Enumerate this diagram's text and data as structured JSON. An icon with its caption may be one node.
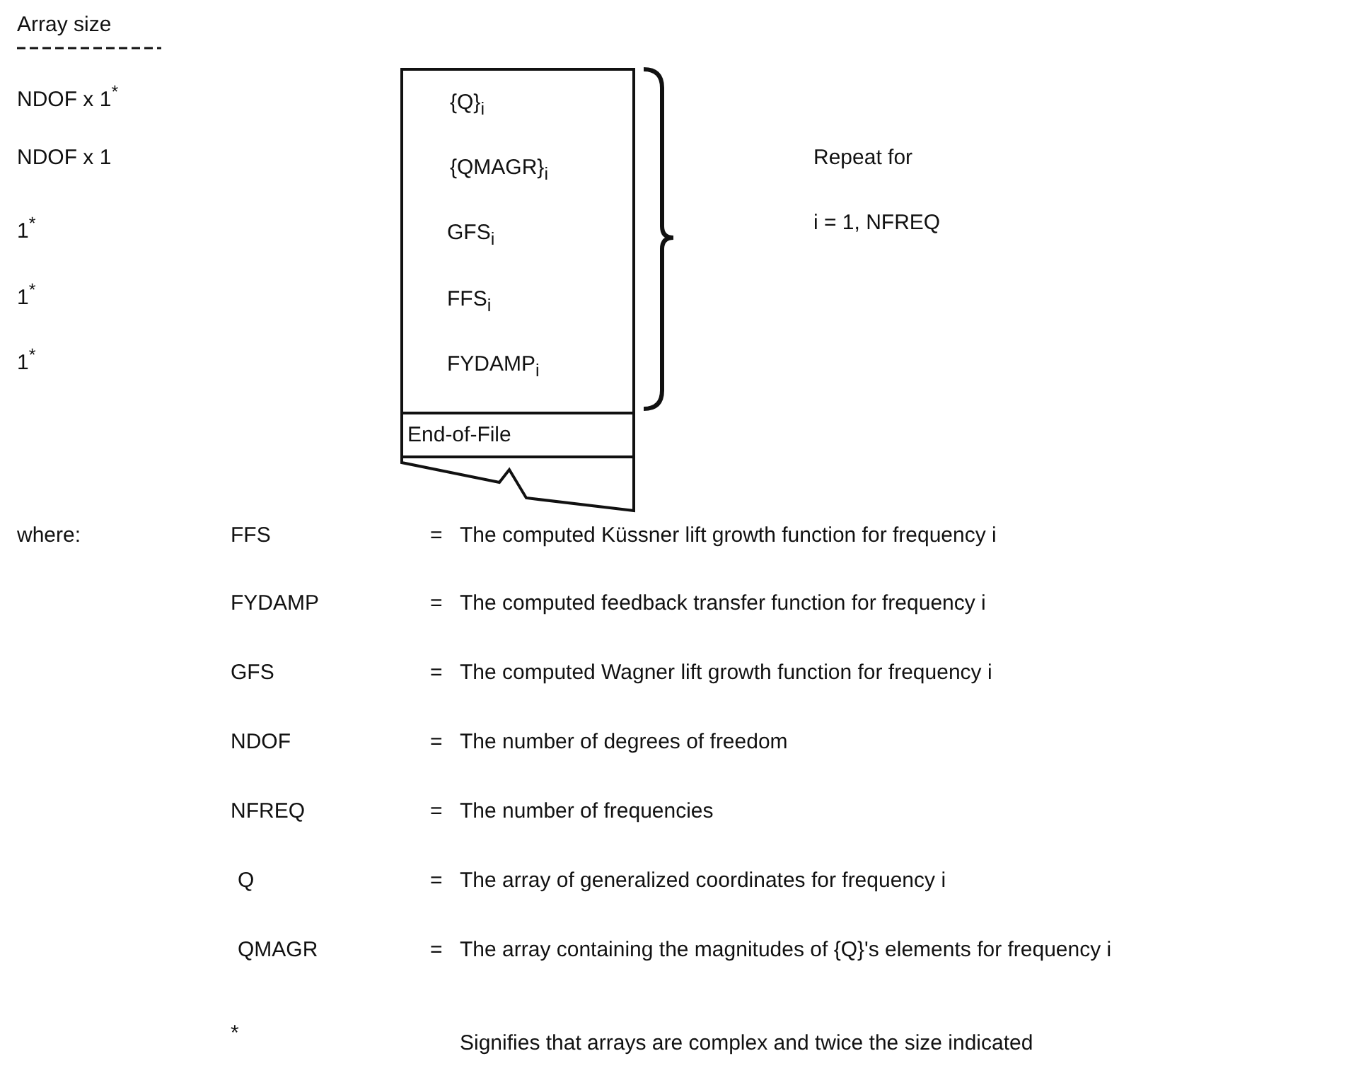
{
  "diagram": {
    "nodes": [
      {
        "text": [],
        "shape": "box"
      },
      {
        "text": [
          "{Q}$_{i}$"
        ],
        "in": 0
      },
      {
        "text": [
          "{QMAGR}$_{i}$"
        ],
        "in": 0
      },
      {
        "text": [
          "GFS$_{i}$"
        ],
        "in": 0
      },
      {
        "text": [
          "FFS$_{i}$"
        ],
        "in": 0
      },
      {
        "text": [
          "FYDAMP$_{i}$"
        ],
        "in": 0
      },
      {
        "text": [
          "End-of-File"
        ],
        "in": 0
      }
    ],
    "edges": [],
    "labels": [
      "Array size",
      "NDOF x 1$^{*}$",
      "NDOF x 1",
      "1$^{*}$",
      "1$^{*}$",
      "1$^{*}$",
      "Repeat for",
      "i = 1, NFREQ",
      "where:",
      "FFS",
      "=",
      "The computed Küssner lift growth function for frequency i",
      "FYDAMP",
      "=",
      "The computed feedback transfer function for frequency i",
      "GFS",
      "=",
      "The computed Wagner lift growth function for frequency i",
      "NDOF",
      "=",
      "The number of degrees of freedom",
      "NFREQ",
      "=",
      "The number of frequencies",
      "Q",
      "=",
      "The array of generalized coordinates for frequency i",
      "QMAGR",
      "=",
      "The array containing the magnitudes of {Q}'s elements for frequency i",
      "*",
      "Signifies that arrays are complex and twice the size indicated"
    ]
  }
}
